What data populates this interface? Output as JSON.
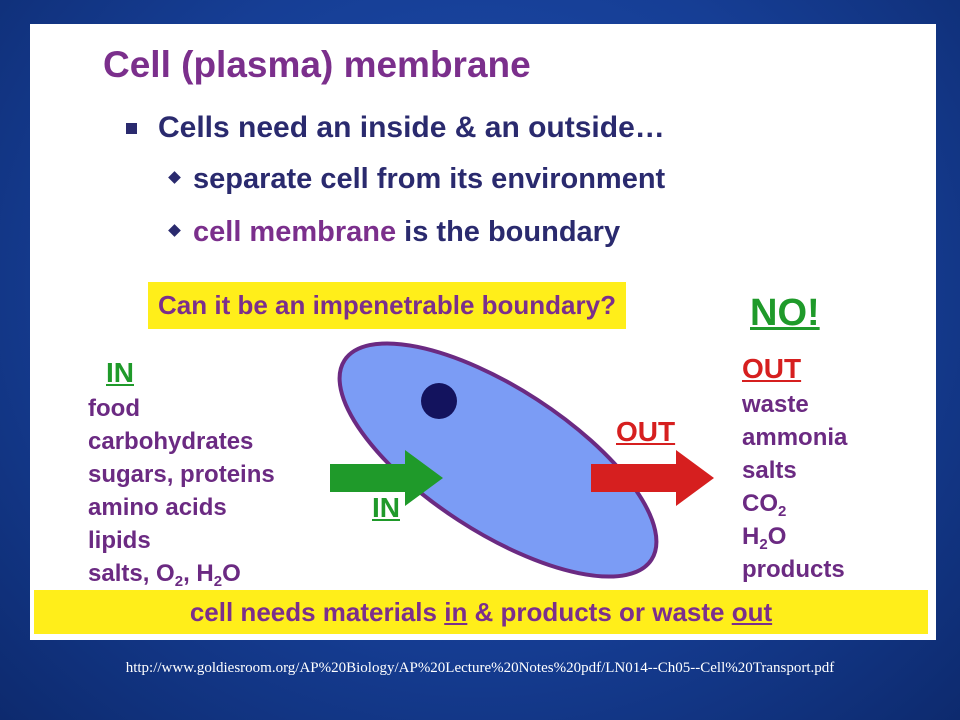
{
  "title": "Cell (plasma) membrane",
  "bullet": "Cells need an inside & an outside…",
  "sub_bullets": {
    "first": "separate cell from its environment",
    "second_highlight": "cell membrane",
    "second_rest": " is the boundary"
  },
  "question": "Can it be an impenetrable boundary?",
  "answer": "NO!",
  "in_list": {
    "heading": "IN",
    "items": [
      "food",
      "carbohydrates",
      "sugars, proteins",
      "amino acids",
      "lipids",
      "salts, O",
      ", H",
      "O"
    ],
    "sub_2": "2"
  },
  "out_list": {
    "heading": "OUT",
    "items": [
      "waste",
      "ammonia",
      "salts",
      "CO",
      "H",
      "O",
      "products"
    ],
    "sub_2": "2"
  },
  "arrow_labels": {
    "in": "IN",
    "out": "OUT"
  },
  "banner": {
    "part1": "cell needs materials ",
    "in": "in",
    "part2": " & products or waste ",
    "out": "out"
  },
  "source_url": "http://www.goldiesroom.org/AP%20Biology/AP%20Lecture%20Notes%20pdf/LN014--Ch05--Cell%20Transport.pdf",
  "colors": {
    "title": "#7b2f8c",
    "bullet_text": "#2a2a6e",
    "highlight": "#ffee1a",
    "green": "#1f9a2a",
    "red": "#d61f1f",
    "cell_fill": "#7b9cf5",
    "cell_border": "#6b2a82",
    "nucleus": "#13135e"
  },
  "icons": {
    "bullet": "square-bullet-icon",
    "sub_bullet": "diamond-bullet-icon"
  }
}
